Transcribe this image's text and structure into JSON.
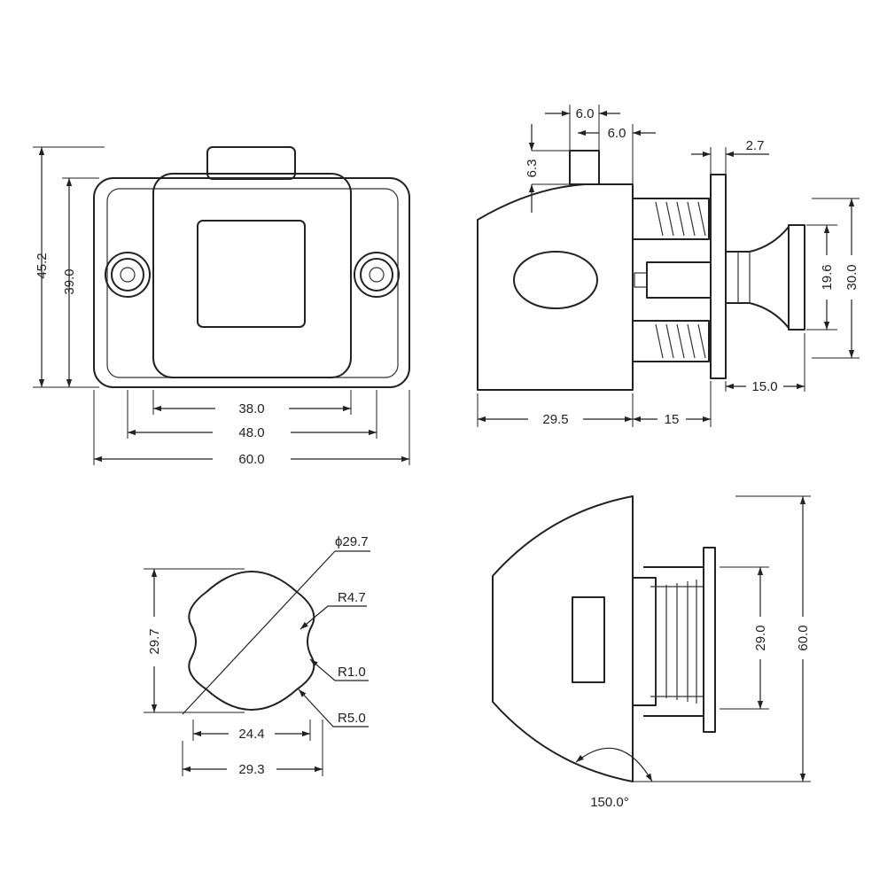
{
  "colors": {
    "line": "#222222",
    "background": "#ffffff"
  },
  "front_view": {
    "height_overall": "45.2",
    "height_inner": "39.0",
    "width_button": "38.0",
    "width_holes": "48.0",
    "width_overall": "60.0"
  },
  "side_view": {
    "nub_width": "6.0",
    "nub_offset": "6.0",
    "nub_height": "6.3",
    "flange_thickness": "2.7",
    "knob_height": "19.6",
    "knob_flange": "30.0",
    "knob_length": "15.0",
    "body_depth": "29.5",
    "stem_length": "15"
  },
  "cutout_view": {
    "diameter": "ϕ29.7",
    "radius_lobe": "R4.7",
    "radius_fillet": "R1.0",
    "radius_notch": "R5.0",
    "height": "29.7",
    "width_inner": "24.4",
    "width_outer": "29.3"
  },
  "top_view": {
    "thread_height": "29.0",
    "overall_height": "60.0",
    "angle": "150.0°"
  }
}
